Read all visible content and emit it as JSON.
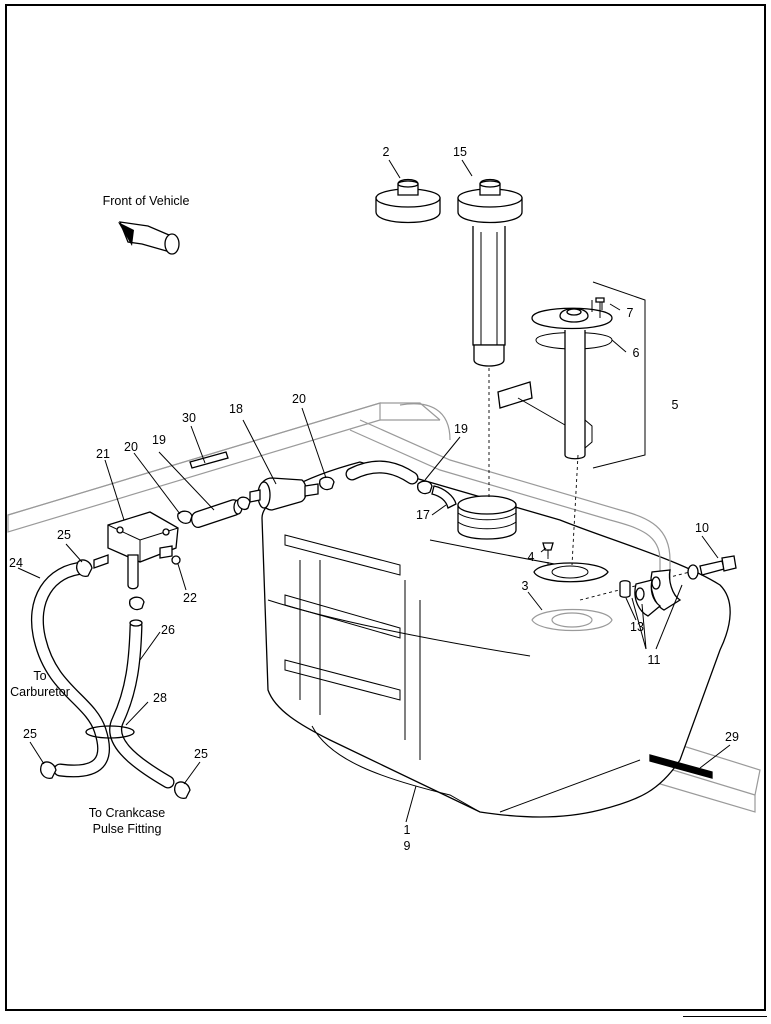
{
  "labels": {
    "front_of_vehicle": "Front of Vehicle",
    "to_carburetor_1": "To",
    "to_carburetor_2": "Carburetor",
    "to_crankcase_1": "To Crankcase",
    "to_crankcase_2": "Pulse Fitting"
  },
  "callouts": {
    "c1": "1",
    "c2": "2",
    "c3": "3",
    "c4": "4",
    "c5": "5",
    "c6": "6",
    "c7": "7",
    "c9": "9",
    "c10": "10",
    "c11": "11",
    "c13": "13",
    "c15": "15",
    "c17": "17",
    "c18": "18",
    "c19a": "19",
    "c19b": "19",
    "c20a": "20",
    "c20b": "20",
    "c21": "21",
    "c22": "22",
    "c24": "24",
    "c25a": "25",
    "c25b": "25",
    "c25c": "25",
    "c26": "26",
    "c28": "28",
    "c29": "29",
    "c30": "30"
  }
}
